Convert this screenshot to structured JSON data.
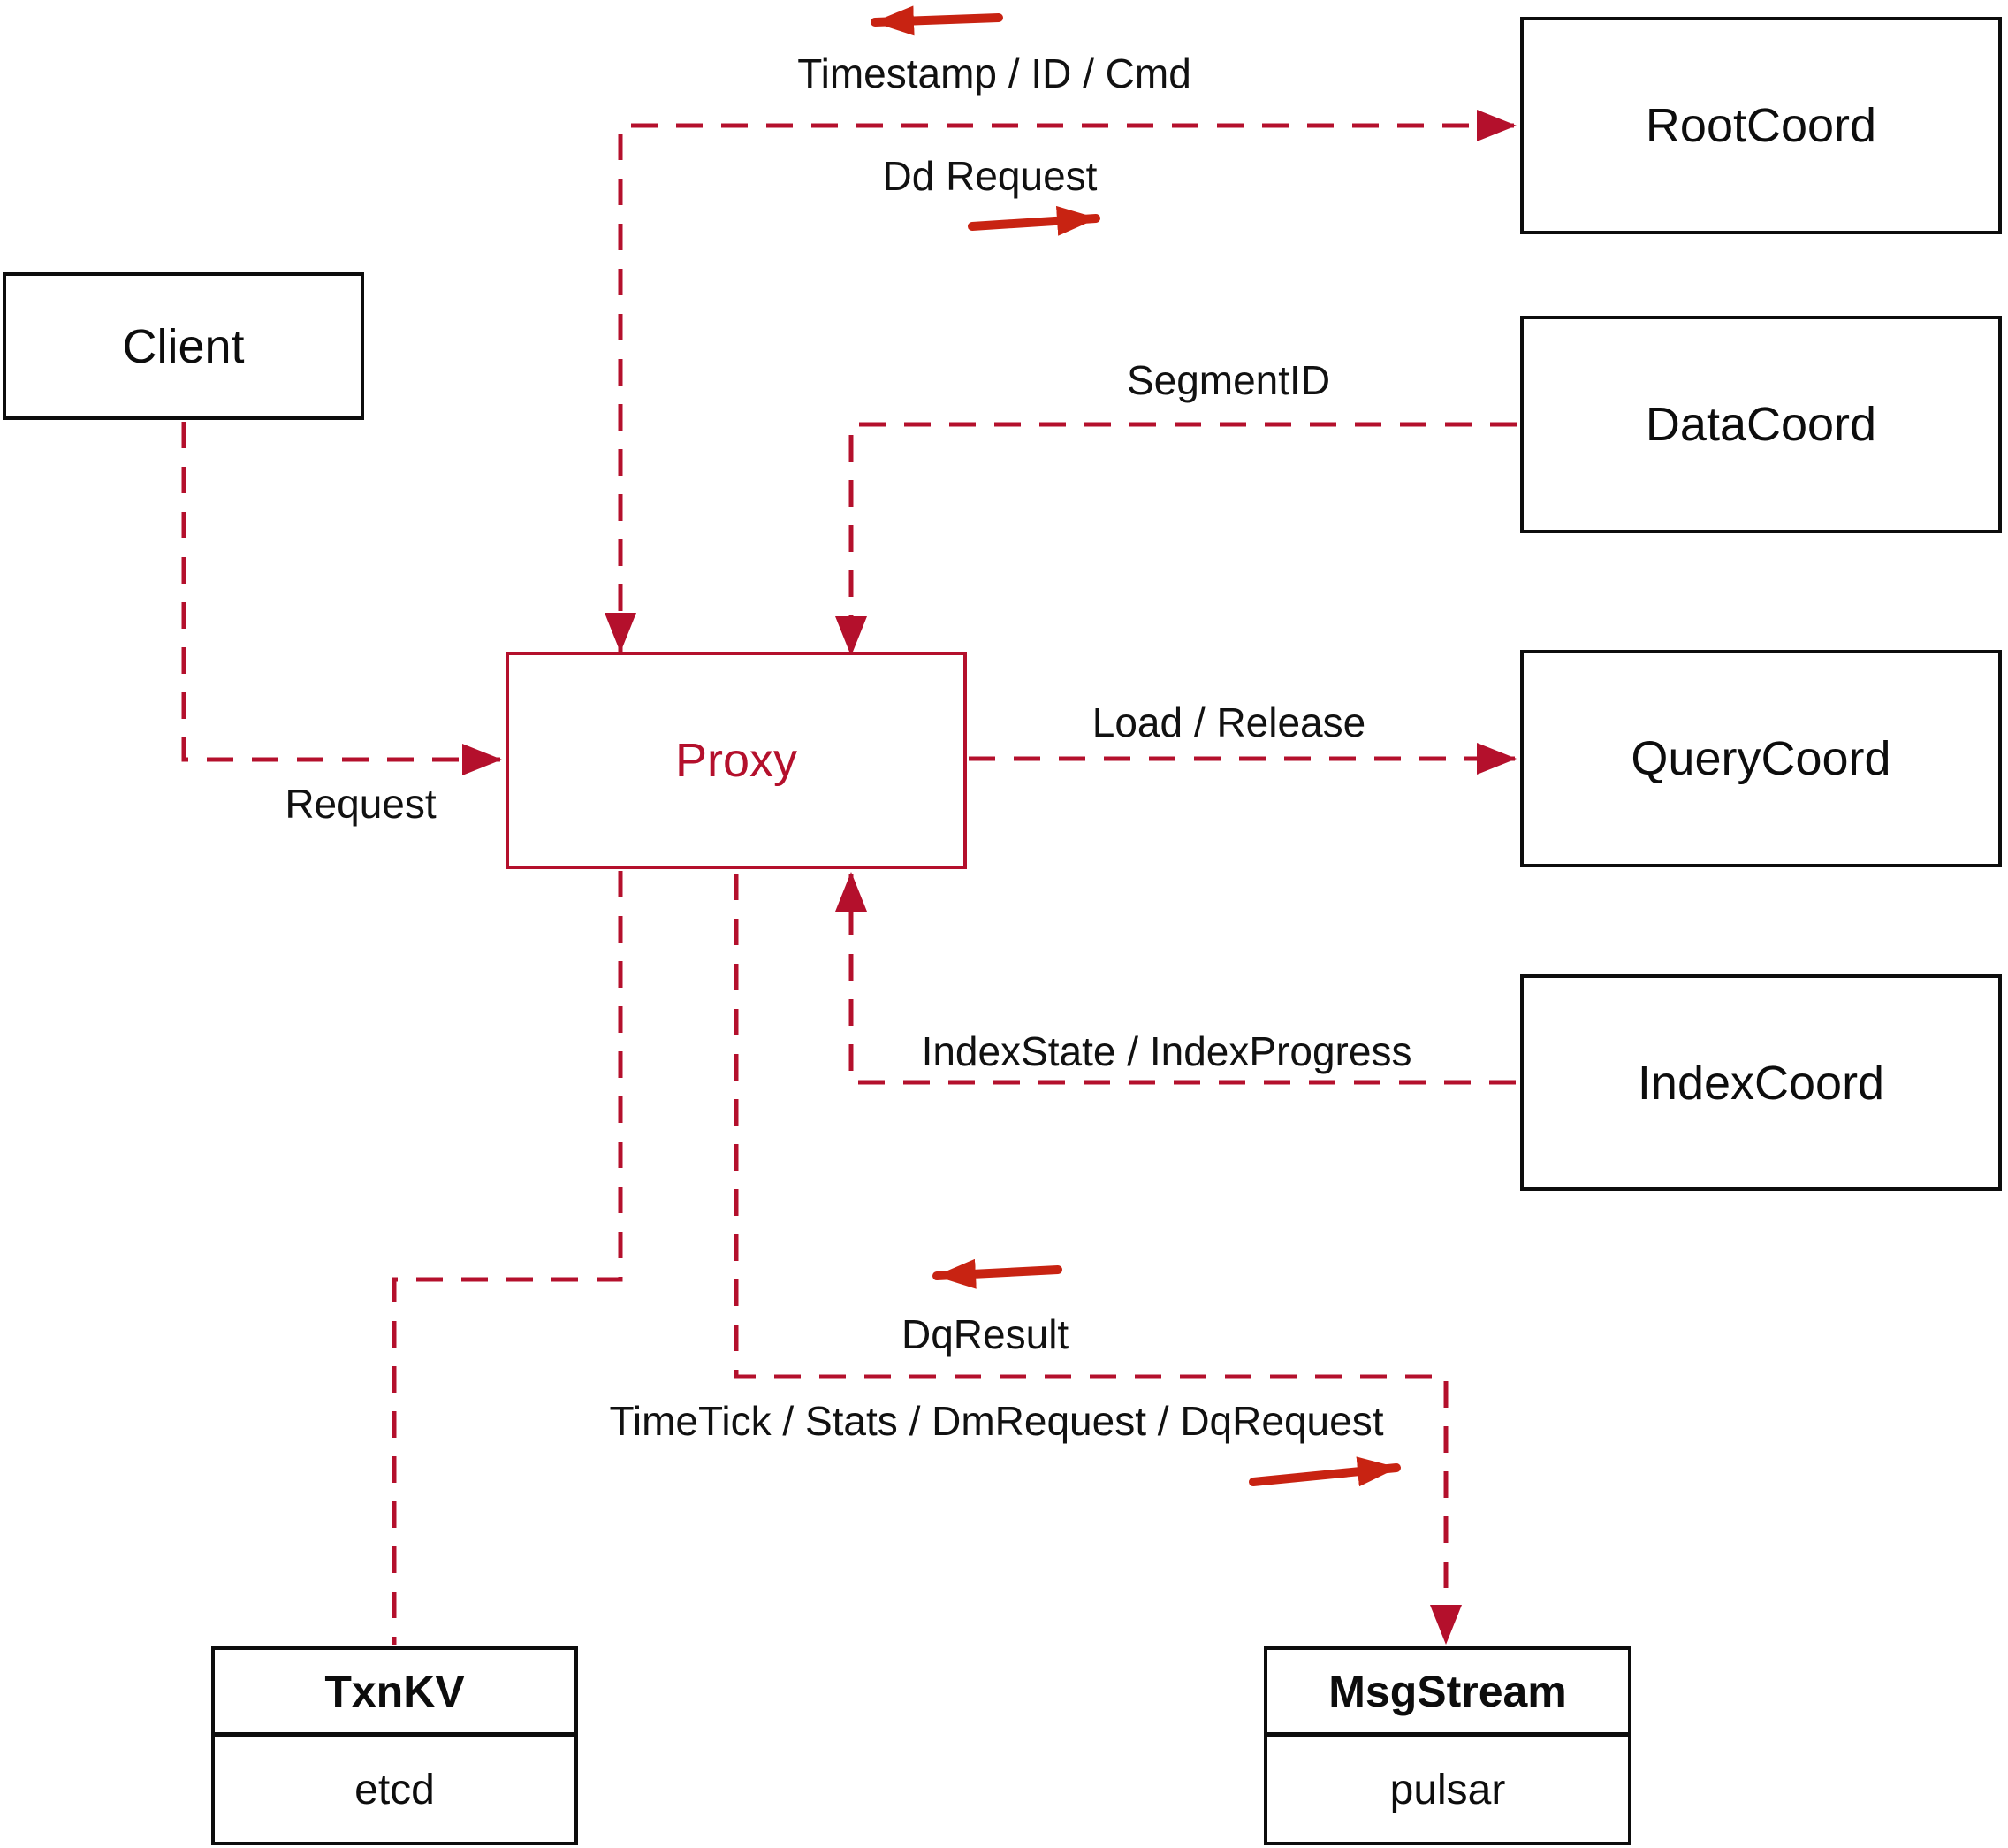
{
  "nodes": {
    "client": {
      "label": "Client"
    },
    "proxy": {
      "label": "Proxy"
    },
    "root_coord": {
      "label": "RootCoord"
    },
    "data_coord": {
      "label": "DataCoord"
    },
    "query_coord": {
      "label": "QueryCoord"
    },
    "index_coord": {
      "label": "IndexCoord"
    },
    "txn_kv": {
      "title": "TxnKV",
      "subtitle": "etcd"
    },
    "msg_stream": {
      "title": "MsgStream",
      "subtitle": "pulsar"
    }
  },
  "edge_labels": {
    "timestamp_id_cmd": "Timestamp / ID / Cmd",
    "dd_request": "Dd Request",
    "segment_id": "SegmentID",
    "request": "Request",
    "load_release": "Load / Release",
    "index_state": "IndexState / IndexProgress",
    "dq_result": "DqResult",
    "time_tick": "TimeTick / Stats / DmRequest / DqRequest"
  },
  "colors": {
    "dashed_line": "#b4102c",
    "proxy_accent": "#b4102c",
    "solid_arrow": "#c82312",
    "box_border": "#0d0d0d",
    "text": "#111111",
    "background": "#ffffff"
  }
}
